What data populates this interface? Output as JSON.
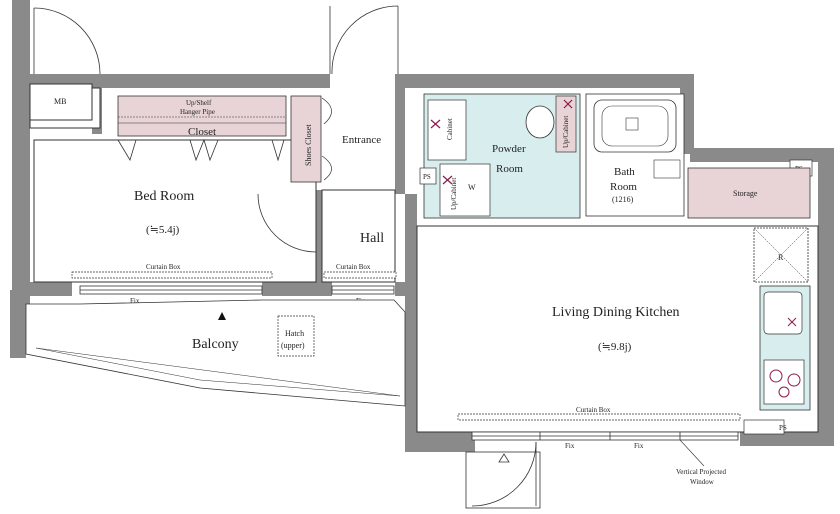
{
  "rooms": {
    "mb": "MB",
    "bedroom": "Bed Room",
    "bedroom_area": "(≒5.4j)",
    "up_shelf": "Up/Shelf",
    "hanger_pipe": "Hanger Pipe",
    "closet": "Closet",
    "shoes_closet": "Shoes Closet",
    "entrance": "Entrance",
    "hall": "Hall",
    "powder_room_1": "Powder",
    "powder_room_2": "Room",
    "cabinet": "Cabinet",
    "up_cabinet": "Up/Cabinet",
    "w": "W",
    "bath_room_1": "Bath",
    "bath_room_2": "Room",
    "bath_size": "(1216)",
    "ps": "PS",
    "storage": "Storage",
    "r": "R",
    "ldk": "Living Dining Kitchen",
    "ldk_area": "(≒9.8j)",
    "curtain_box": "Curtain Box",
    "fix": "Fix",
    "balcony": "Balcony",
    "hatch_1": "Hatch",
    "hatch_2": "(upper)",
    "vpw_1": "Vertical Projected",
    "vpw_2": "Window"
  },
  "colors": {
    "wall": "#8a8a8a",
    "closet": "#e8d4d6",
    "powder": "#d8eeee",
    "storage": "#e8d4d6",
    "kitchen": "#d8eeee",
    "fixture": "#8c1a4a"
  }
}
